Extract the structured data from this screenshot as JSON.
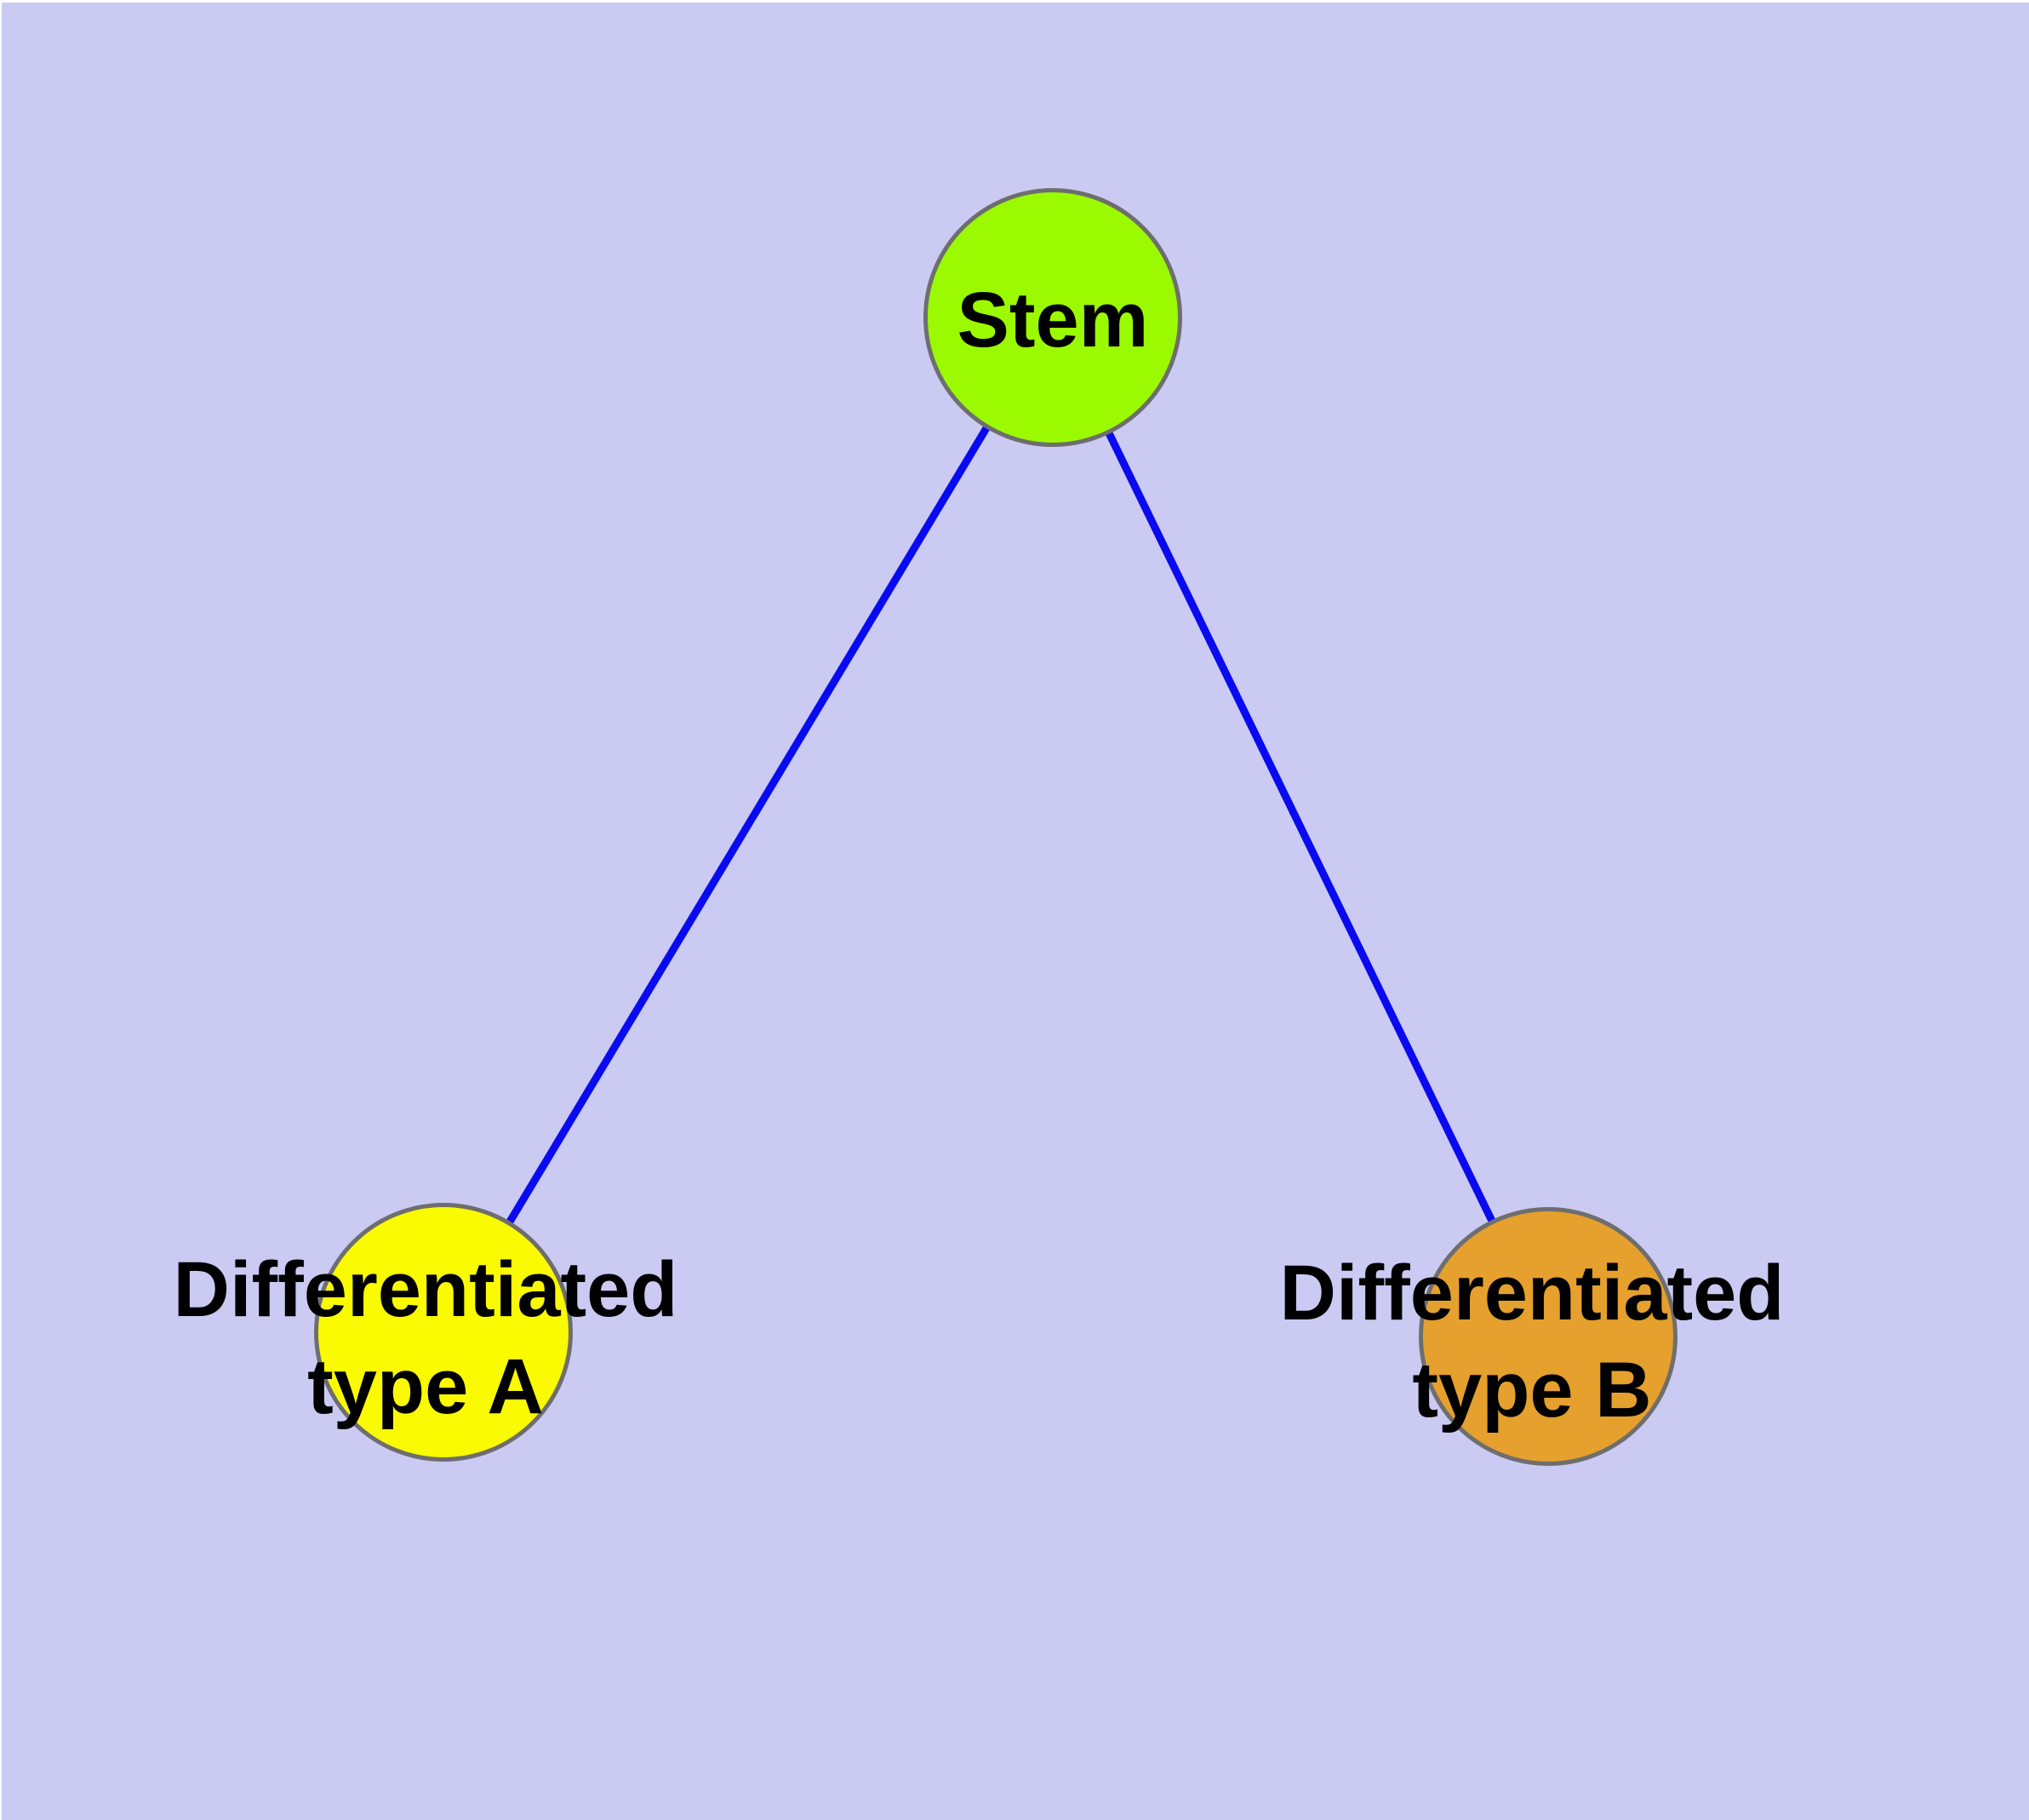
{
  "canvas": {
    "background": "#CACAF3",
    "margin_color": "#FFFFFF",
    "text_color": "#000000"
  },
  "nodes": [
    {
      "id": "stem",
      "label_line1": "Stem",
      "label_line2": "",
      "fill": "#9BFA00",
      "border": "#6E6E6E"
    },
    {
      "id": "differentiated-type-a",
      "label_line1": "Differentiated",
      "label_line2": "type A",
      "fill": "#FAFA00",
      "border": "#6E6E6E"
    },
    {
      "id": "differentiated-type-b",
      "label_line1": "Differentiated",
      "label_line2": "type B",
      "fill": "#E5A02D",
      "border": "#6E6E6E"
    }
  ],
  "edges": [
    {
      "from": "stem",
      "to": "differentiated-type-a",
      "color": "#0A0AF0"
    },
    {
      "from": "stem",
      "to": "differentiated-type-b",
      "color": "#0A0AF0"
    }
  ]
}
